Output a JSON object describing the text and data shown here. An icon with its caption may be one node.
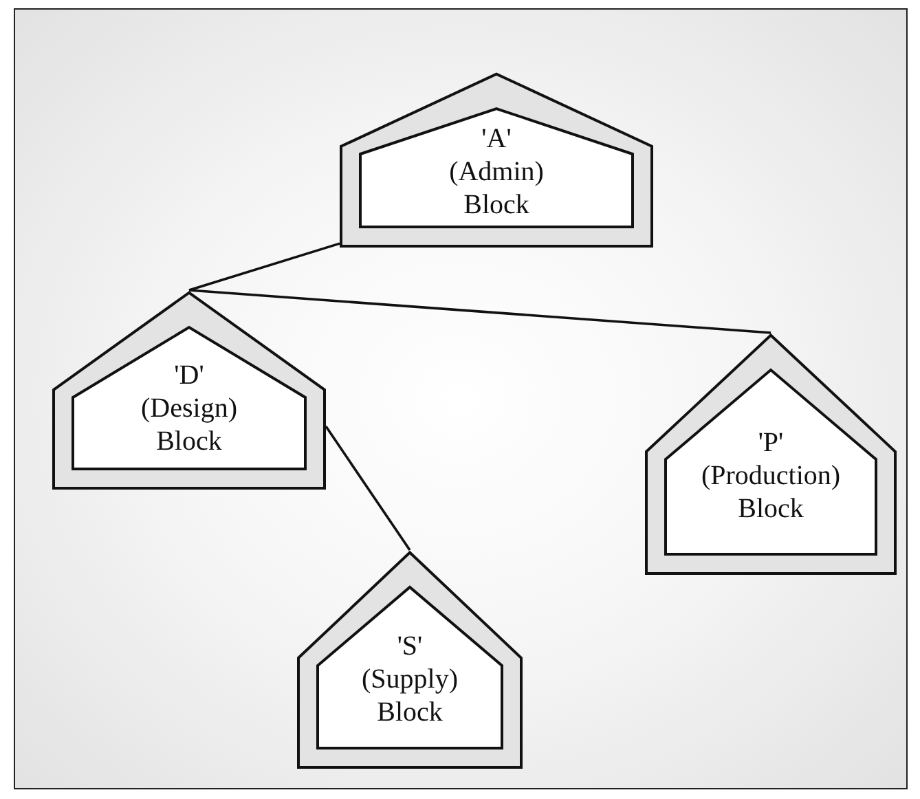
{
  "diagram": {
    "nodes": [
      {
        "text": [
          "'A' (Admin) Block"
        ]
      },
      {
        "text": [
          "'D' (Design) Block"
        ]
      },
      {
        "text": [
          "'P' (Production) Block"
        ]
      },
      {
        "text": [
          "'S' (Supply) Block"
        ]
      }
    ],
    "edges": [
      {
        "from": 0,
        "to": 1,
        "arrow": "none"
      },
      {
        "from": 1,
        "to": 2,
        "arrow": "none"
      },
      {
        "from": 1,
        "to": 3,
        "arrow": "none"
      }
    ]
  }
}
